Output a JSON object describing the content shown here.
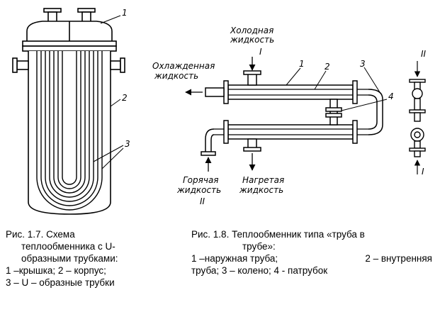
{
  "fig17": {
    "callouts": [
      "1",
      "2",
      "3"
    ],
    "caption": {
      "line1": "Рис. 1.7. Схема",
      "line2": "теплообменника с U-",
      "line3": "образными трубками:",
      "line4": "1 –крышка; 2 – корпус;",
      "line5": "3 – U – образные  трубки"
    }
  },
  "fig18": {
    "labels": {
      "cold_in_1": "Холодная",
      "cold_in_2": "жидкость",
      "cold_in_roman": "I",
      "cooled_1": "Охлажденная",
      "cooled_2": "жидкость",
      "hot_in_1": "Горячая",
      "hot_in_2": "жидкость",
      "hot_in_roman": "II",
      "heated_1": "Нагретая",
      "heated_2": "жидкость",
      "side_top_roman": "II",
      "side_bottom_roman": "I"
    },
    "callouts": [
      "1",
      "2",
      "3",
      "4"
    ],
    "caption": {
      "line1": "Рис. 1.8. Теплообменник типа «труба в",
      "line2": "трубе»:",
      "line3a": "1  –наружная  труба;",
      "line3b": "2  –  внутренняя",
      "line4": "труба; 3 – колено; 4 - патрубок"
    }
  }
}
